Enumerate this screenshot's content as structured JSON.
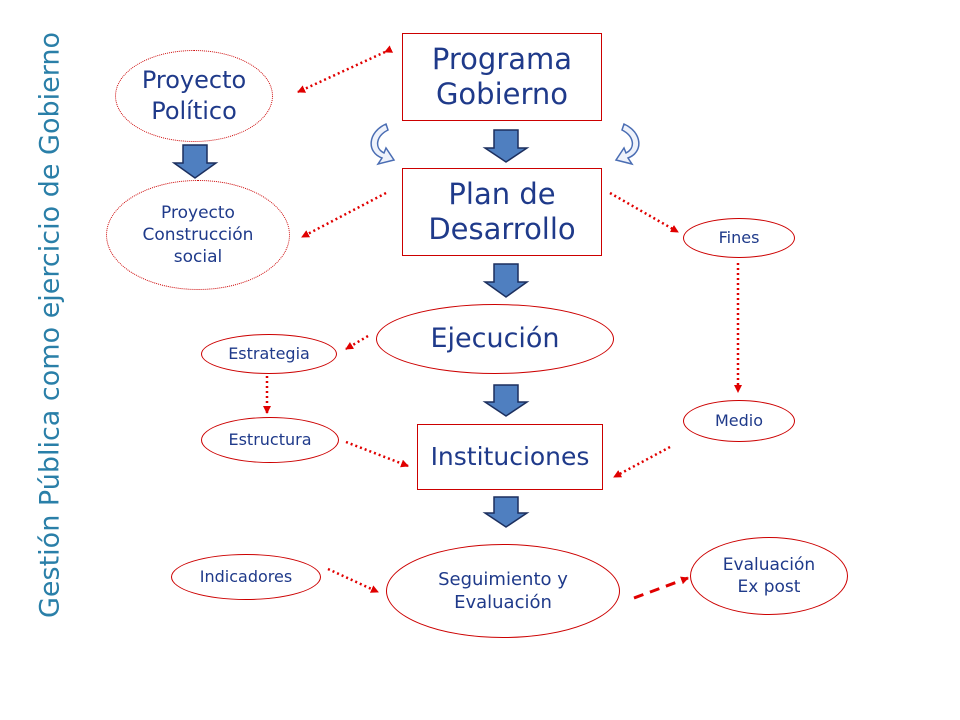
{
  "side_title": "Gestión Pública como ejercicio de Gobierno",
  "nodes": {
    "programa_gobierno": "Programa\nGobierno",
    "plan_desarrollo": "Plan de\nDesarrollo",
    "ejecucion": "Ejecución",
    "instituciones": "Instituciones",
    "seguimiento": "Seguimiento y\nEvaluación",
    "proyecto_politico": "Proyecto\nPolítico",
    "proyecto_construccion": "Proyecto\nConstrucción\nsocial",
    "fines": "Fines",
    "medio": "Medio",
    "estrategia": "Estrategia",
    "estructura": "Estructura",
    "indicadores": "Indicadores",
    "evaluacion_ex_post": "Evaluación\nEx post"
  },
  "colors": {
    "text": "#1f3a8a",
    "title": "#2a7fa8",
    "border": "#cc0000",
    "connector": "#e00000",
    "block_arrow": "#4f7fc0",
    "block_arrow_edge": "#1c2f5e"
  }
}
